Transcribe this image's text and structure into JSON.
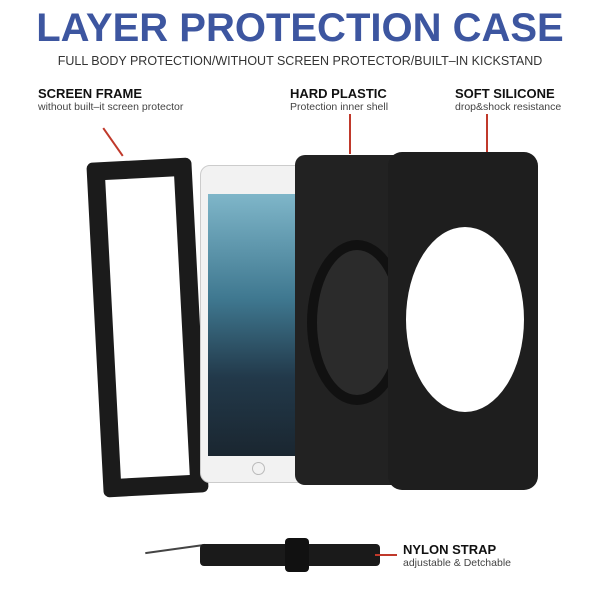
{
  "header": {
    "title": "LAYER PROTECTION CASE",
    "subtitle": "FULL BODY PROTECTION/WITHOUT SCREEN PROTECTOR/BUILT–IN KICKSTAND"
  },
  "labels": [
    {
      "title": "SCREEN FRAME",
      "desc": "without built–it screen protector"
    },
    {
      "title": "HARD PLASTIC",
      "desc": "Protection inner shell"
    },
    {
      "title": "SOFT SILICONE",
      "desc": "drop&shock resistance"
    },
    {
      "title": "NYLON STRAP",
      "desc": "adjustable & Detchable"
    }
  ],
  "colors": {
    "title": "#3d56a0",
    "pointer": "#c0392b"
  }
}
